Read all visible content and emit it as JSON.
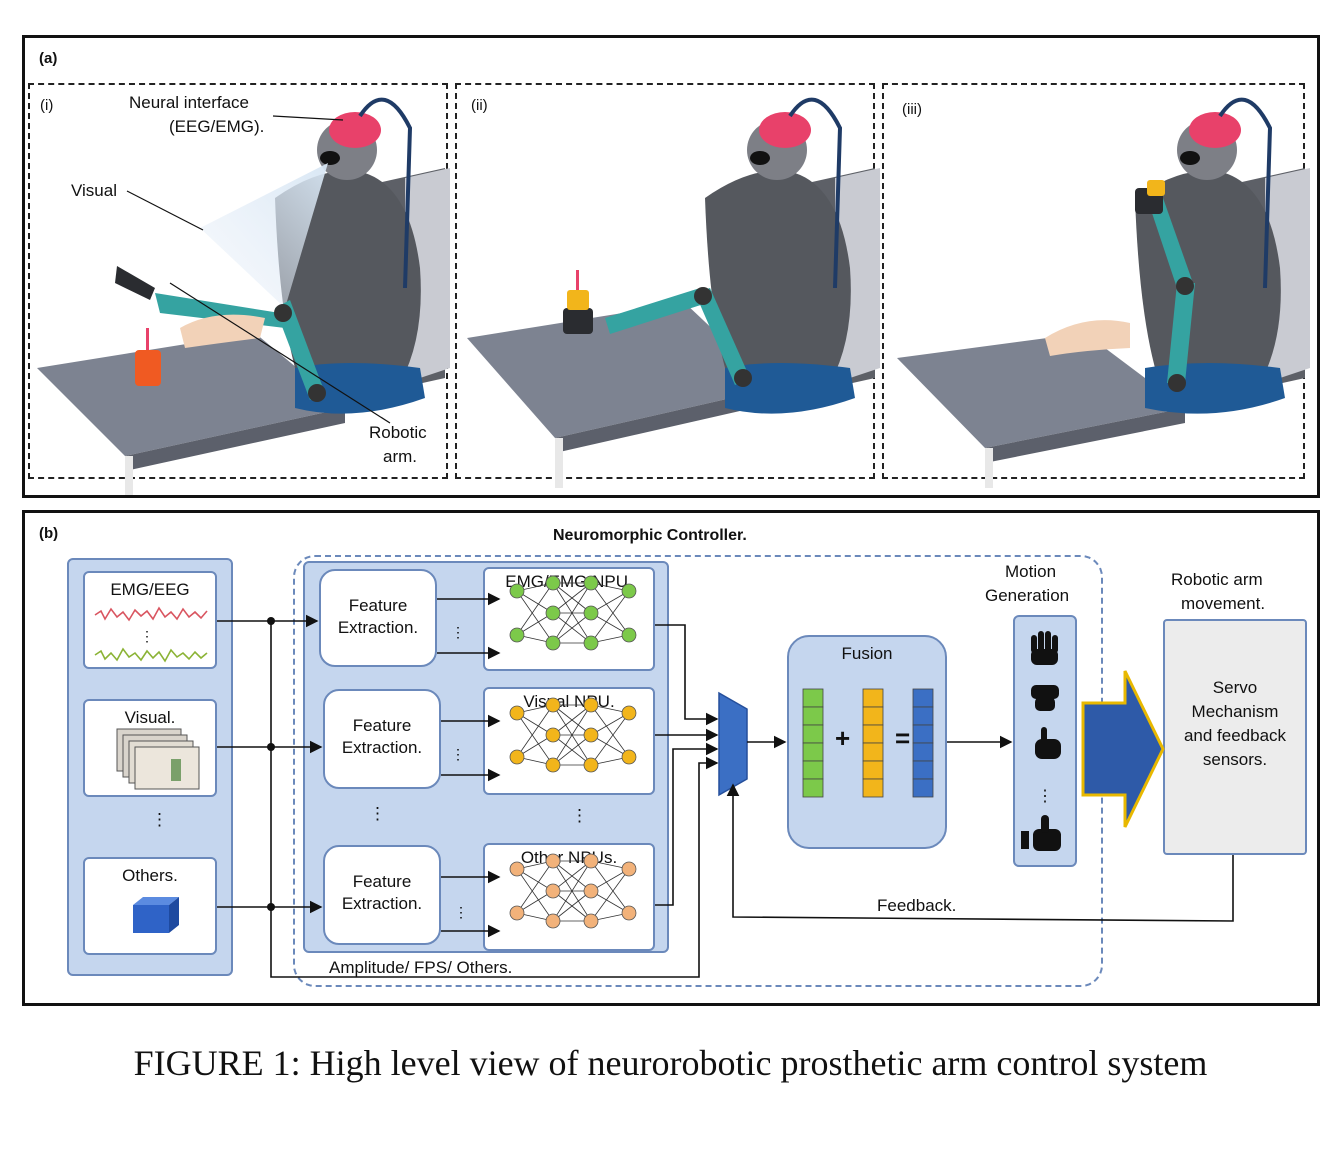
{
  "panel_a": {
    "label": "(a)",
    "subpanels": [
      {
        "label": "(i)"
      },
      {
        "label": "(ii)"
      },
      {
        "label": "(iii)"
      }
    ],
    "annotations": {
      "neural_interface_line1": "Neural interface",
      "neural_interface_line2": "(EEG/EMG).",
      "visual": "Visual",
      "robotic_arm_line1": "Robotic",
      "robotic_arm_line2": "arm."
    }
  },
  "panel_b": {
    "label": "(b)",
    "title": "Neuromorphic Controller.",
    "inputs": {
      "emg_eeg": "EMG/EEG",
      "visual": "Visual.",
      "others": "Others."
    },
    "feature_extraction_line1": "Feature",
    "feature_extraction_line2": "Extraction.",
    "npus": {
      "emg": "EMG/EMG NPU.",
      "visual": "Visual NPU.",
      "other": "Other NPUs."
    },
    "fusion": "Fusion",
    "motion_generation_line1": "Motion",
    "motion_generation_line2": "Generation",
    "robotic_arm_movement_line1": "Robotic arm",
    "robotic_arm_movement_line2": "movement.",
    "servo_lines": [
      "Servo",
      "Mechanism",
      "and feedback",
      "sensors."
    ],
    "feedback": "Feedback.",
    "amplitude": "Amplitude/ FPS/ Others.",
    "plus": "+",
    "equals": "=",
    "ellipsis": "⋮"
  },
  "caption": "FIGURE 1: High level view of neurorobotic prosthetic arm control system",
  "colors": {
    "panel_blue": "#c5d6ee",
    "border_blue": "#6b89bb",
    "node_green": "#7cc94a",
    "node_yellow": "#f2b51b",
    "node_orange": "#f2b27a",
    "robot_teal": "#35a3a1",
    "fusion_blue": "#3b6fc4",
    "arrow_navy": "#2e5aa8",
    "arrow_gold": "#e8b800"
  }
}
